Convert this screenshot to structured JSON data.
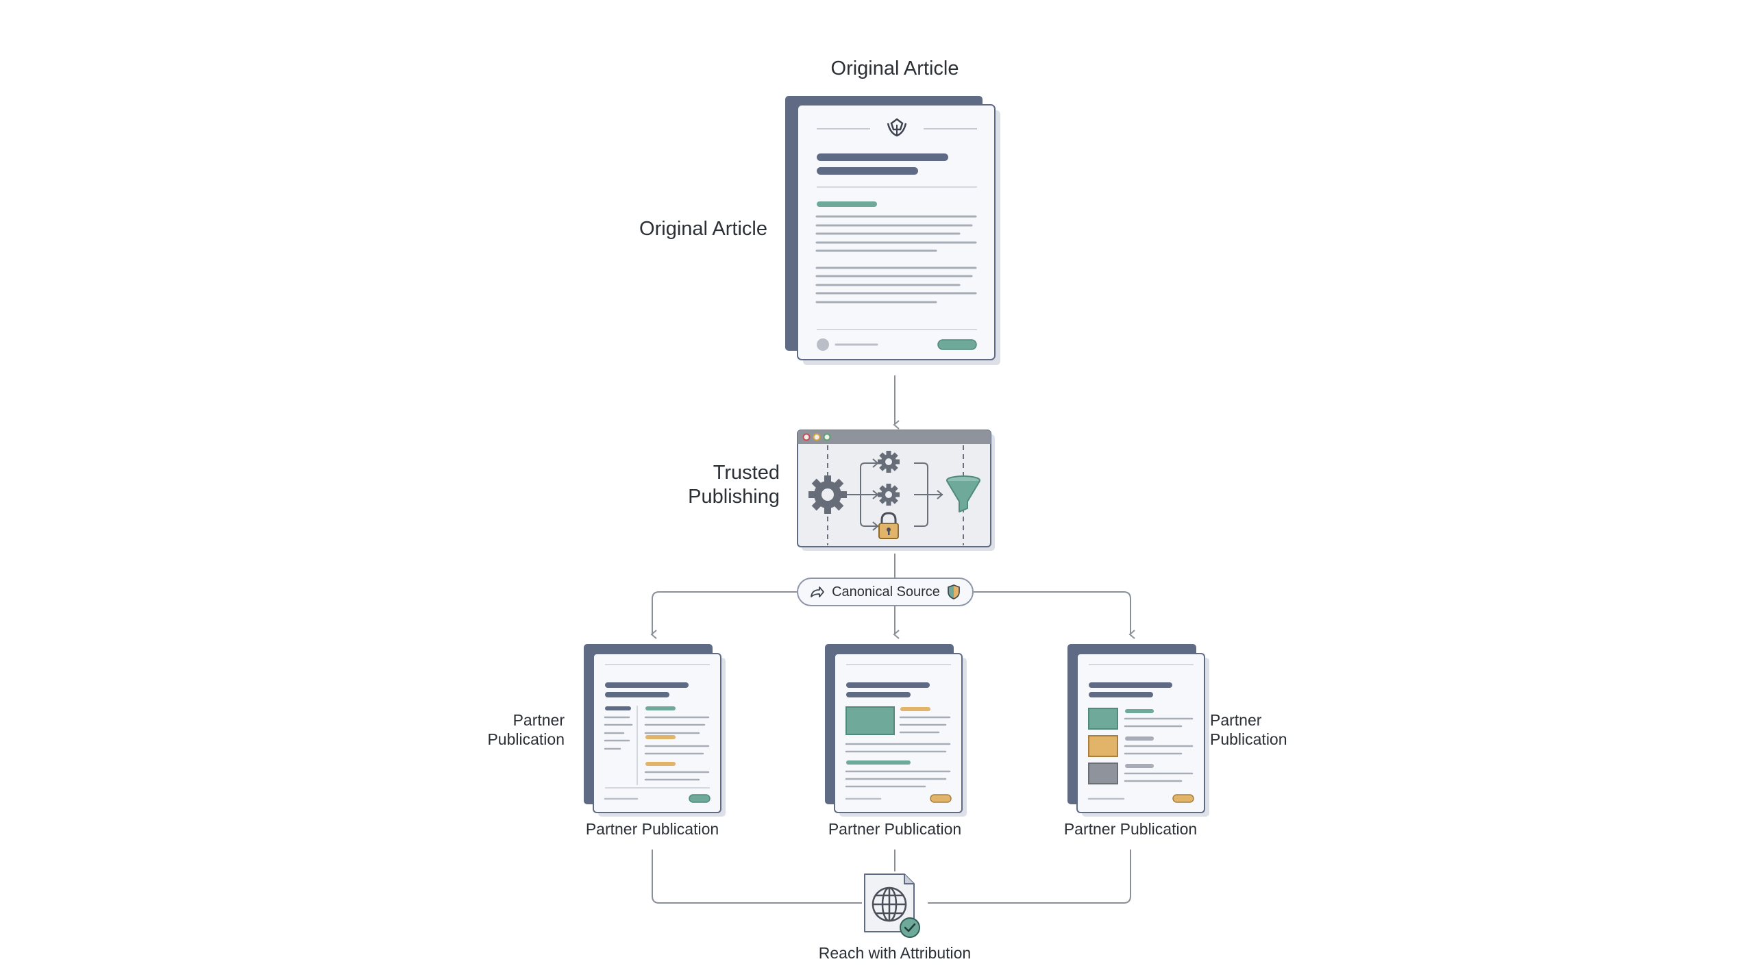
{
  "top_title": "Original Article",
  "original_article_label": "Original Article",
  "trusted_publishing_label_line1": "Trusted",
  "trusted_publishing_label_line2": "Publishing",
  "canonical_source_label": "Canonical Source",
  "partner_side_label_left_line1": "Partner",
  "partner_side_label_left_line2": "Publication",
  "partner_side_label_right_line1": "Partner",
  "partner_side_label_right_line2": "Publication",
  "partner_captions": [
    "Partner Publication",
    "Partner Publication",
    "Partner Publication"
  ],
  "reach_label": "Reach with Attribution",
  "icons": {
    "logo": "leaf-emblem-icon",
    "gear": "gear-icon",
    "lock": "lock-icon",
    "funnel": "funnel-icon",
    "share": "share-arrow-icon",
    "shield": "shield-icon",
    "globe": "globe-document-icon",
    "check": "checkmark-icon"
  },
  "colors": {
    "slate": "#5f6b85",
    "teal": "#6fa99a",
    "amber": "#e2b46a",
    "gray": "#8f939b",
    "line": "#8a8f98"
  }
}
